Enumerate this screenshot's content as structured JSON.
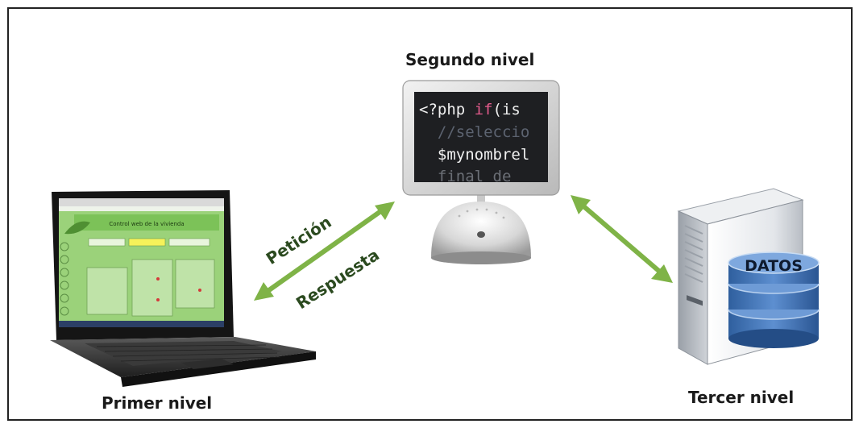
{
  "levels": {
    "first": "Primer nivel",
    "second": "Segundo nivel",
    "third": "Tercer nivel"
  },
  "arrows": {
    "request": "Petición",
    "response": "Respuesta"
  },
  "database": {
    "label": "DATOS"
  },
  "laptop_screen": {
    "title": "Control web de la vivienda"
  },
  "code_screen": {
    "line1_a": "<?php ",
    "line1_b": "if",
    "line1_c": "(is",
    "line2": "  //seleccio",
    "line3": "  $mynombrel",
    "line4": "  final de"
  },
  "colors": {
    "arrow": "#7fb347",
    "code_bg": "#1e1f22",
    "keyword": "#e05a8a",
    "laptop_screen": "#9bd27a"
  }
}
